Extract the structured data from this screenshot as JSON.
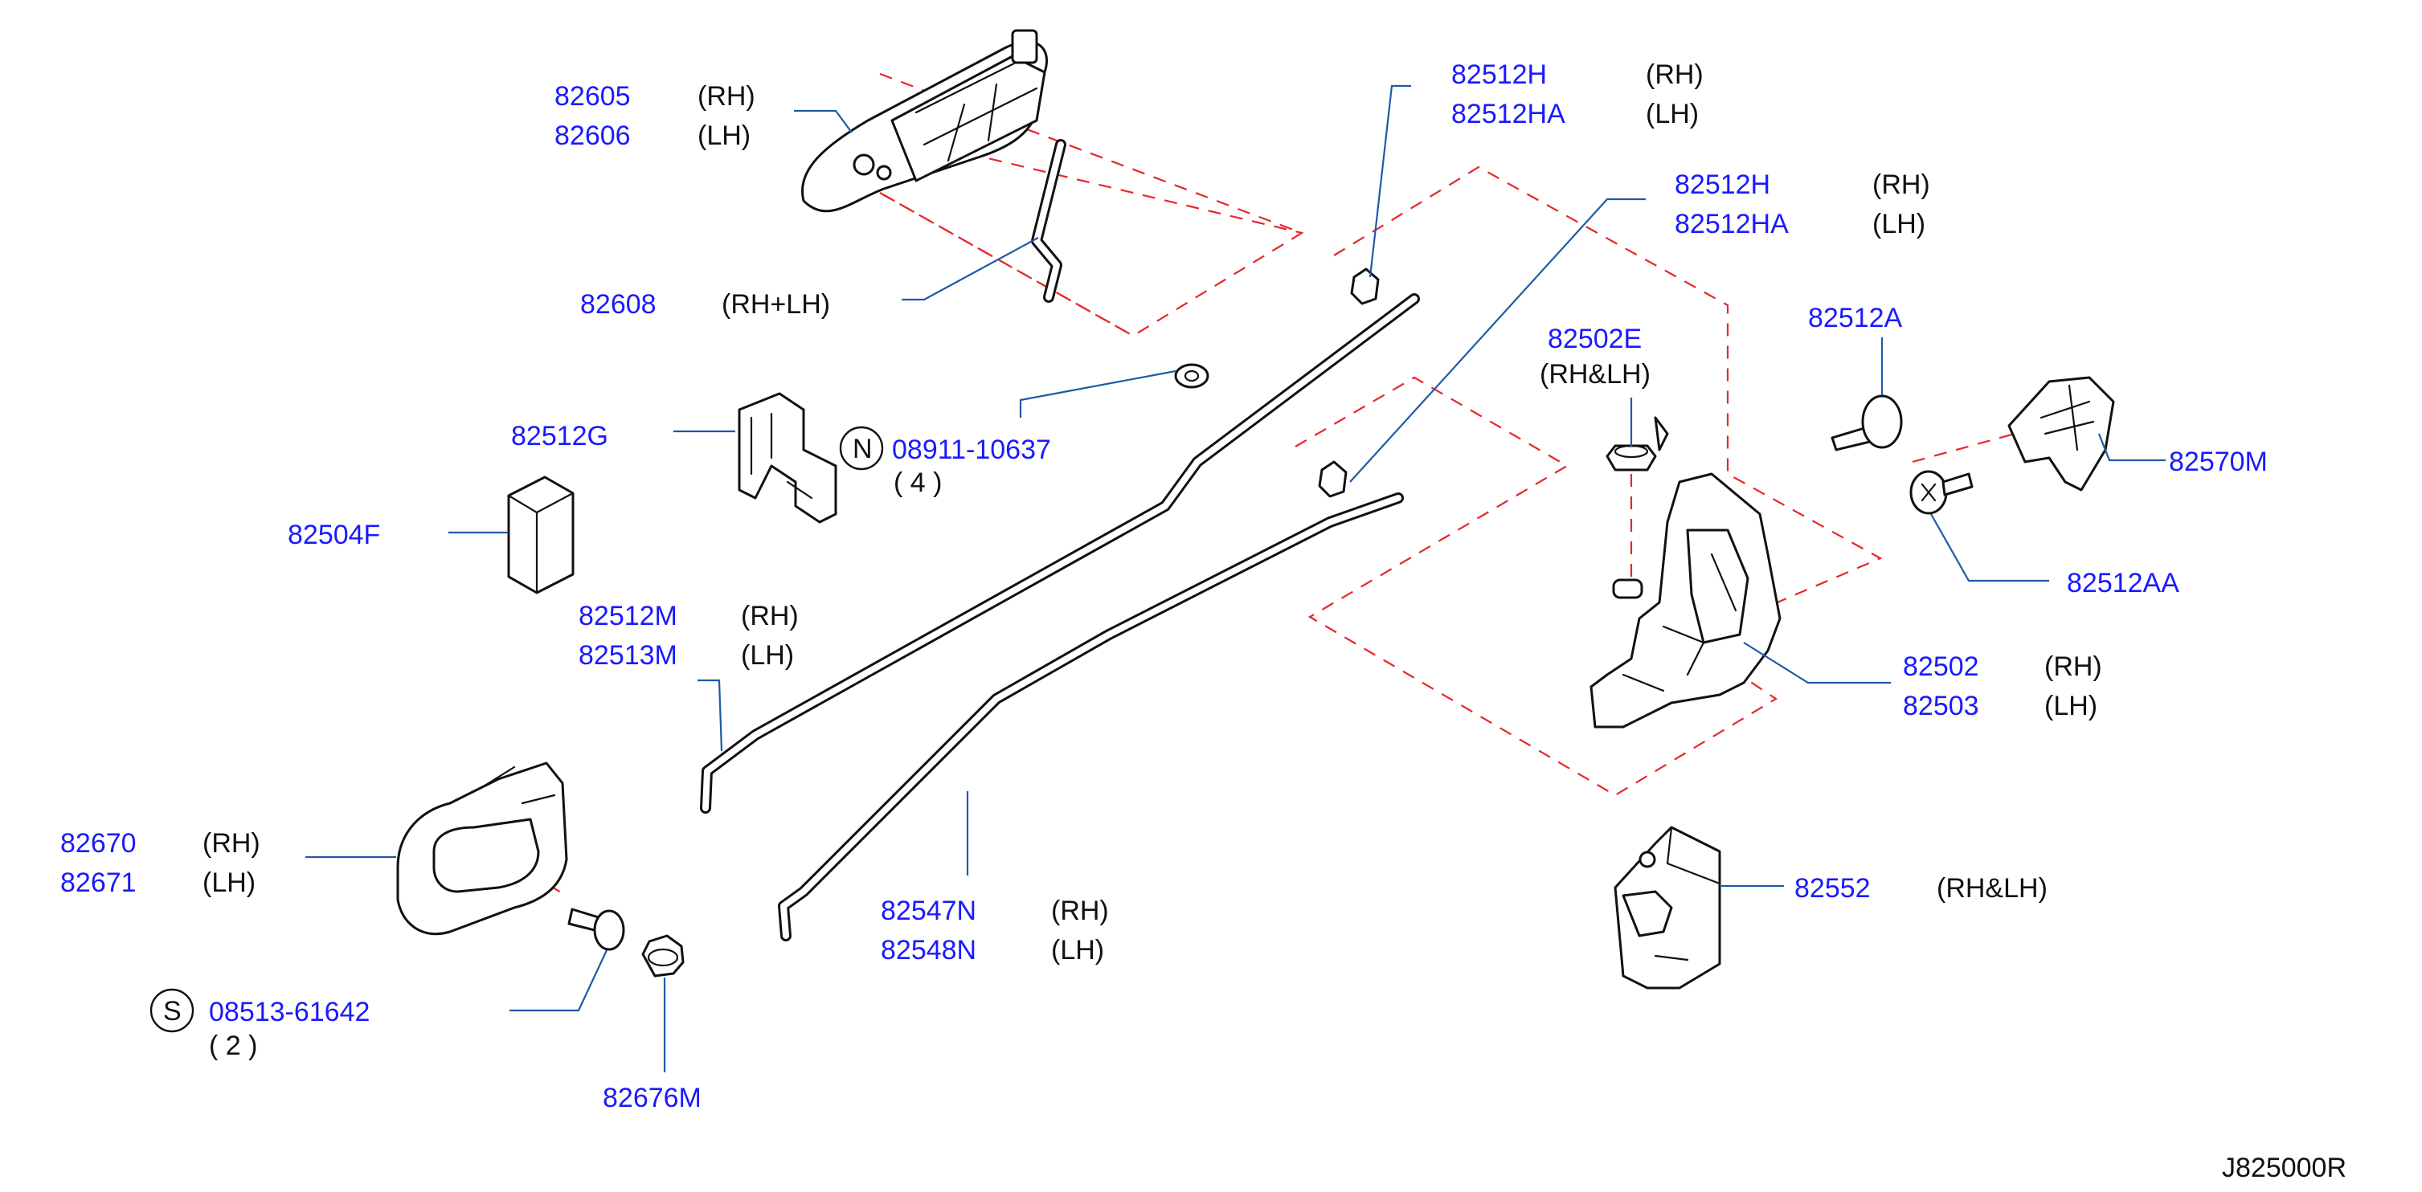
{
  "diagram_id": "J825000R",
  "labels": {
    "handle_rh": "82605",
    "handle_rh_side": "(RH)",
    "handle_lh": "82606",
    "handle_lh_side": "(LH)",
    "rod_82608": "82608",
    "rod_82608_side": "(RH+LH)",
    "nut_badge": "N",
    "nut_part": "08911-10637",
    "nut_qty": "( 4 )",
    "clip_82512g": "82512G",
    "pad_82504f": "82504F",
    "rod_m_rh": "82512M",
    "rod_m_rh_side": "(RH)",
    "rod_m_lh": "82513M",
    "rod_m_lh_side": "(LH)",
    "clip_h1_rh": "82512H",
    "clip_h1_rh_side": "(RH)",
    "clip_h1_lh": "82512HA",
    "clip_h1_lh_side": "(LH)",
    "clip_h2_rh": "82512H",
    "clip_h2_rh_side": "(RH)",
    "clip_h2_lh": "82512HA",
    "clip_h2_lh_side": "(LH)",
    "grommet": "82502E",
    "grommet_side": "(RH&LH)",
    "bolt_a": "82512A",
    "striker": "82570M",
    "screw_aa": "82512AA",
    "lock_rh": "82502",
    "lock_rh_side": "(RH)",
    "lock_lh": "82503",
    "lock_lh_side": "(LH)",
    "inner_rh": "82670",
    "inner_rh_side": "(RH)",
    "inner_lh": "82671",
    "inner_lh_side": "(LH)",
    "screw_badge": "S",
    "screw_part": "08513-61642",
    "screw_qty": "( 2 )",
    "clip_676m": "82676M",
    "rod_n_rh": "82547N",
    "rod_n_rh_side": "(RH)",
    "rod_n_lh": "82548N",
    "rod_n_lh_side": "(LH)",
    "actuator": "82552",
    "actuator_side": "(RH&LH)"
  },
  "colors": {
    "part_number": "#1a1aff",
    "leader": "#1e5aa8",
    "dashed_guide": "#e8252b",
    "line_art": "#111111"
  }
}
